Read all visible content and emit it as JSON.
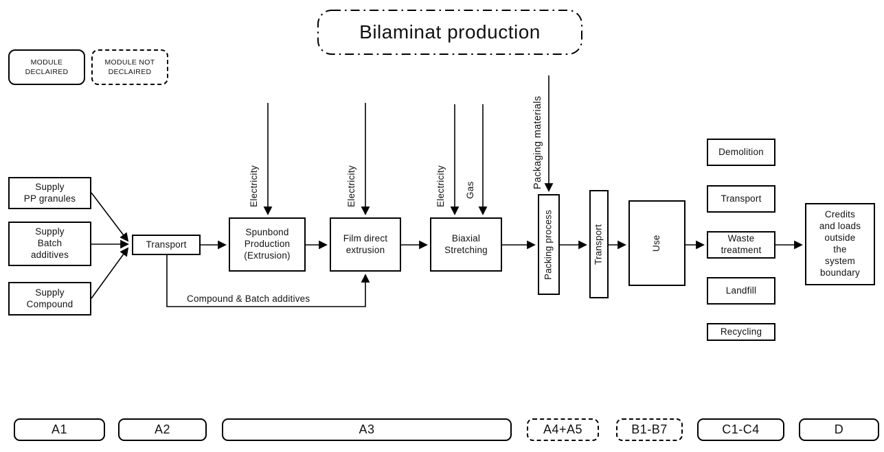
{
  "title": "Bilaminat production",
  "legend": {
    "declared": "MODULE\nDECLAIRED",
    "not_declared": "MODULE NOT\nDECLAIRED"
  },
  "nodes": {
    "supply_pp": "Supply\nPP granules",
    "supply_batch": "Supply\nBatch\nadditives",
    "supply_compound": "Supply\nCompound",
    "transport_a2": "Transport",
    "spunbond": "Spunbond\nProduction\n(Extrusion)",
    "film": "Film direct\nextrusion",
    "biaxial": "Biaxial\nStretching",
    "packing": "Packing process",
    "transport_a4": "Transport",
    "use": "Use",
    "demolition": "Demolition",
    "transport_c": "Transport",
    "waste": "Waste\ntreatment",
    "landfill": "Landfill",
    "recycling": "Recycling",
    "credits": "Credits\nand loads\noutside\nthe\nsystem\nboundary"
  },
  "inputs": {
    "electricity_spunbond": "Electricity",
    "electricity_film": "Electricity",
    "electricity_biaxial": "Electricity",
    "gas": "Gas",
    "packaging_materials": "Packaging materials"
  },
  "feedback_label": "Compound & Batch additives",
  "stages": {
    "a1": "A1",
    "a2": "A2",
    "a3": "A3",
    "a4a5": "A4+A5",
    "b1b7": "B1-B7",
    "c1c4": "C1-C4",
    "d": "D"
  }
}
